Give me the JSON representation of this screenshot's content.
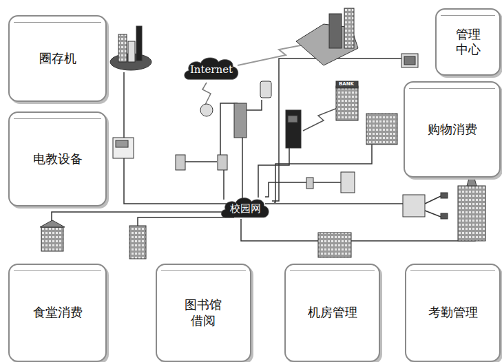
{
  "diagram": {
    "nodes": [
      {
        "text": [
          "圈存机"
        ]
      },
      {
        "text": [
          "Internet"
        ]
      },
      {
        "text": [
          "管理 中心"
        ]
      },
      {
        "text": [
          "购物消费"
        ]
      },
      {
        "text": [
          "电教设备"
        ]
      },
      {
        "text": [
          "校园网"
        ]
      },
      {
        "text": [
          "食堂消费"
        ]
      },
      {
        "text": [
          "图书馆 借阅"
        ]
      },
      {
        "text": [
          "机房管理"
        ]
      },
      {
        "text": [
          "考勤管理"
        ]
      }
    ],
    "labels": [
      "BANK"
    ]
  }
}
